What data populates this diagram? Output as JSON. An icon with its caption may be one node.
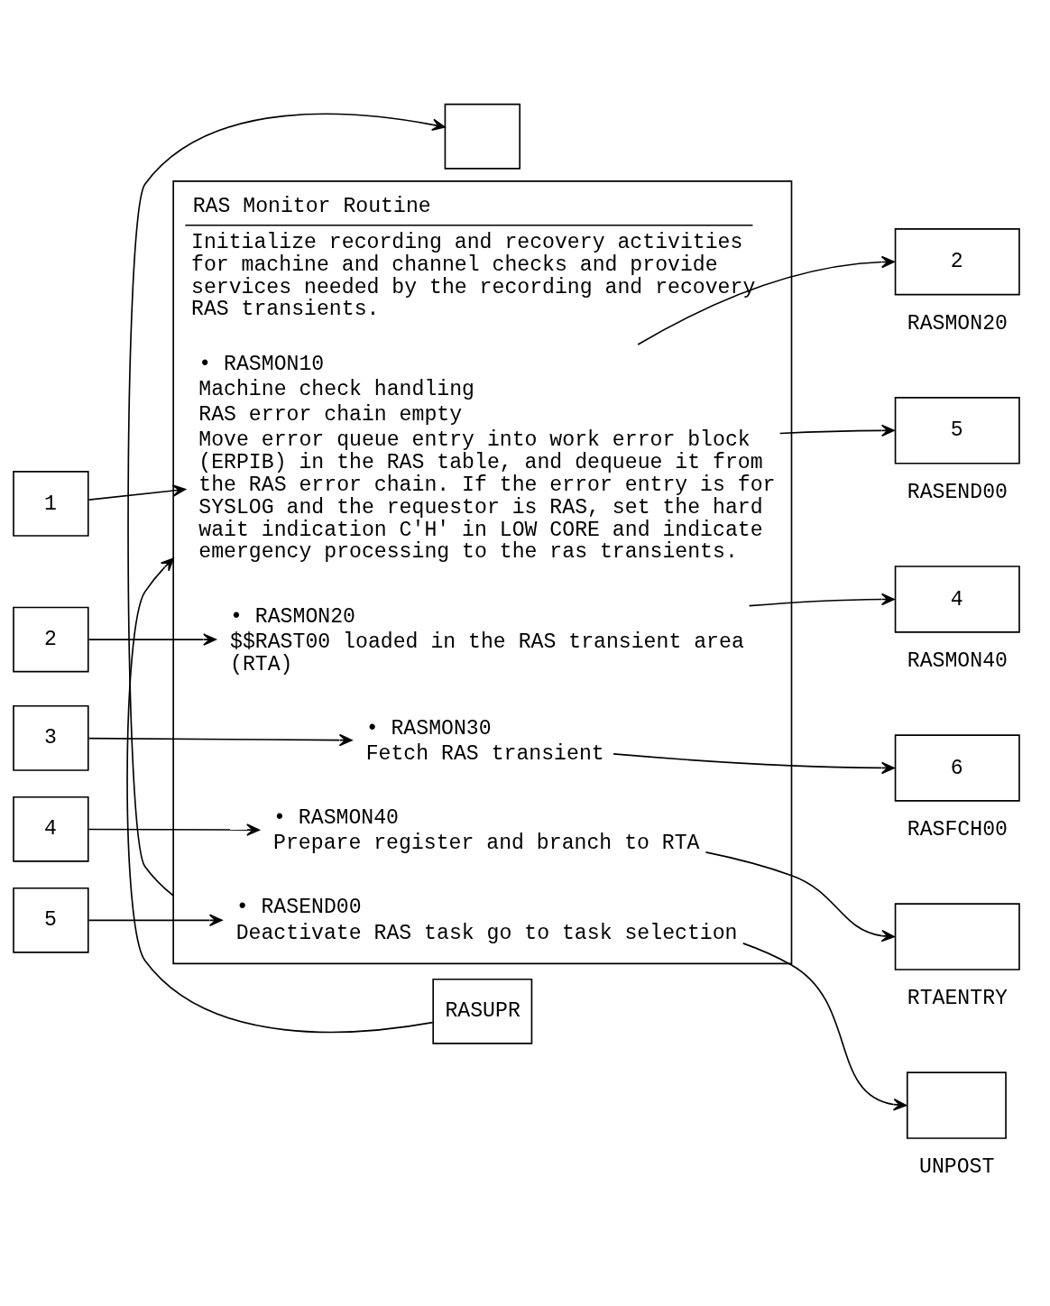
{
  "diagram": {
    "nodes": [
      {
        "text": [
          "RASUPR"
        ]
      },
      {
        "text": [
          "RAS Monitor Routine",
          "Initialize recording and recovery activities for machine and channel checks and provide services needed by the recording and recovery RAS transients."
        ]
      },
      {
        "text": [
          "1"
        ]
      },
      {
        "text": [
          "• RASMON10",
          "Machine check handling",
          "RAS error chain empty",
          "Move error queue entry into work error block (ERPIB) in the RAS table, and dequeue it from the RAS error chain. If the error entry is for SYSLOG and the requestor is RAS, set the hard wait indication C'H' in LOW CORE and indicate emergency processing to the ras transients."
        ],
        "in": 1
      },
      {
        "text": [
          "2"
        ],
        "beside": [
          "RASMON20"
        ]
      },
      {
        "text": [
          "5"
        ],
        "beside": [
          "RASEND00"
        ]
      },
      {
        "text": [
          "2"
        ]
      },
      {
        "text": [
          "• RASMON20",
          "$$RAST00 loaded in the RAS transient area (RTA)"
        ],
        "in": 1
      },
      {
        "text": [
          "4"
        ],
        "beside": [
          "RASMON40"
        ]
      },
      {
        "text": [
          "3"
        ]
      },
      {
        "text": [
          "• RASMON30",
          "Fetch RAS transient"
        ],
        "in": 1
      },
      {
        "text": [
          "6"
        ],
        "beside": [
          "RASFCH00"
        ]
      },
      {
        "text": [
          "4"
        ]
      },
      {
        "text": [
          "• RASMON40",
          "Prepare register and branch to RTA"
        ],
        "in": 1
      },
      {
        "text": [],
        "shape": "box",
        "beside": [
          "RTAENTRY"
        ]
      },
      {
        "text": [
          "5"
        ]
      },
      {
        "text": [
          "• RASEND00",
          "Deactivate RAS task go to task selection"
        ],
        "in": 1
      },
      {
        "text": [],
        "shape": "box",
        "beside": [
          "UNPOST"
        ]
      },
      {
        "text": [],
        "shape": "box"
      }
    ],
    "edges": [
      {
        "from": 0,
        "to": 1,
        "arrow": "to"
      },
      {
        "from": 2,
        "to": 3,
        "arrow": "to"
      },
      {
        "from": 3,
        "to": 4,
        "arrow": "to"
      },
      {
        "from": 3,
        "to": 5,
        "arrow": "to"
      },
      {
        "from": 6,
        "to": 7,
        "arrow": "to"
      },
      {
        "from": 7,
        "to": 8,
        "arrow": "to"
      },
      {
        "from": 9,
        "to": 10,
        "arrow": "to"
      },
      {
        "from": 10,
        "to": 11,
        "arrow": "to"
      },
      {
        "from": 12,
        "to": 13,
        "arrow": "to"
      },
      {
        "from": 13,
        "to": 14,
        "arrow": "to"
      },
      {
        "from": 15,
        "to": 16,
        "arrow": "to"
      },
      {
        "from": 16,
        "to": 17,
        "arrow": "to"
      },
      {
        "from": 1,
        "to": 18,
        "arrow": "to"
      }
    ]
  }
}
